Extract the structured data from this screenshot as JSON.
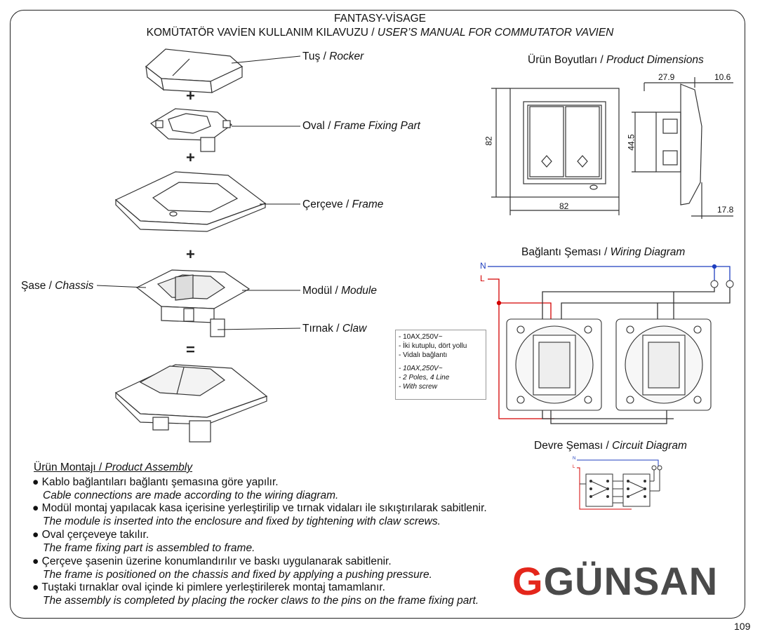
{
  "header": {
    "brand_line": "FANTASY-VİSAGE",
    "manual_tr": "KOMÜTATÖR VAVİEN KULLANIM KILAVUZU",
    "manual_sep": " / ",
    "manual_en": "USER’S MANUAL FOR COMMUTATOR VAVIEN"
  },
  "parts": {
    "sep": " / ",
    "rocker_tr": "Tuş",
    "rocker_en": "Rocker",
    "oval_tr": "Oval",
    "oval_en": "Frame Fixing Part",
    "frame_tr": "Çerçeve",
    "frame_en": "Frame",
    "chassis_tr": "Şase",
    "chassis_en": "Chassis",
    "module_tr": "Modül",
    "module_en": "Module",
    "claw_tr": "Tırnak",
    "claw_en": "Claw",
    "plus": "+",
    "equals": "="
  },
  "dimensions": {
    "title_tr": "Ürün Boyutları",
    "title_en": "Product Dimensions",
    "width": "82",
    "height": "82",
    "depth1": "27.9",
    "depth2": "10.6",
    "depth3": "44.5",
    "depth4": "17.8"
  },
  "wiring": {
    "title_tr": "Bağlantı Şeması",
    "title_en": "Wiring Diagram",
    "n_label": "N",
    "l_label": "L"
  },
  "spec_box": {
    "tr_lines": [
      "- 10AX,250V~",
      "- İki kutuplu, dört yollu",
      "- Vidalı bağlantı"
    ],
    "en_lines": [
      "- 10AX,250V~",
      "- 2 Poles, 4 Line",
      "- With screw"
    ]
  },
  "circuit": {
    "title_tr": "Devre Şeması",
    "title_en": "Circuit Diagram",
    "n_label": "N",
    "l_label": "L"
  },
  "assembly": {
    "title_tr": "Ürün Montajı",
    "title_en": "Product Assembly",
    "steps": [
      {
        "tr": "Kablo bağlantıları bağlantı şemasına göre yapılır.",
        "en": "Cable connections are made according to the wiring diagram."
      },
      {
        "tr": "Modül montaj yapılacak kasa içerisine yerleştirilip ve tırnak vidaları ile sıkıştırılarak sabitlenir.",
        "en": "The module is inserted into the enclosure and fixed by tightening with claw screws."
      },
      {
        "tr": "Oval çerçeveye takılır.",
        "en": "The frame fixing part is assembled to frame."
      },
      {
        "tr": "Çerçeve şasenin üzerine konumlandırılır ve baskı uygulanarak sabitlenir.",
        "en": "The frame is positioned on the chassis and fixed by applying a pushing pressure."
      },
      {
        "tr": "Tuştaki tırnaklar oval içinde ki pimlere yerleştirilerek montaj tamamlanır.",
        "en": "The assembly is completed by placing the rocker claws to the pins on the frame fixing part."
      }
    ]
  },
  "logo": {
    "mark": "G",
    "text": "GÜNSAN",
    "colors": {
      "mark": "#e4261b",
      "text": "#4a4a4a"
    }
  },
  "page_number": "109",
  "colors": {
    "live_wire": "#d40000",
    "neutral_wire": "#1f3fbf",
    "ink": "#222222"
  }
}
